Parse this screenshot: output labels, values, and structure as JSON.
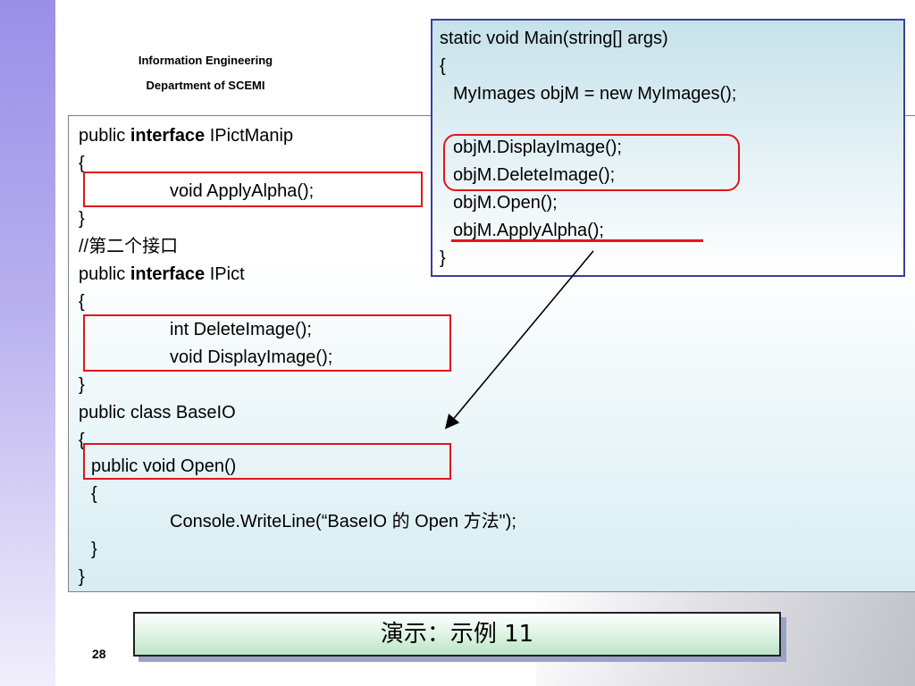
{
  "header": {
    "org_line1": "Information Engineering",
    "org_line2": "Department of SCEMI"
  },
  "interface_code": {
    "l1_pre": "public ",
    "l1_kw": "interface",
    "l1_post": " IPictManip",
    "l2": "{",
    "l3": "void ApplyAlpha();",
    "l4": "}",
    "l5": "//第二个接口",
    "l6_pre": "public ",
    "l6_kw": "interface",
    "l6_post": " IPict",
    "l7": "{",
    "l8": "int DeleteImage();",
    "l9": "void DisplayImage();",
    "l10": "}",
    "l11": "public class BaseIO",
    "l12": "{",
    "l13": "public void Open()",
    "l14": "{",
    "l15": "Console.WriteLine(“BaseIO 的 Open 方法\");",
    "l16": "}",
    "l17": "}"
  },
  "main_code": {
    "l1": "static void Main(string[] args)",
    "l2": "{",
    "l3": "MyImages objM = new MyImages();",
    "l4": "objM.DisplayImage();",
    "l5": "objM.DeleteImage();",
    "l6": "objM.Open();",
    "l7": "objM.ApplyAlpha();",
    "l8": "}"
  },
  "banner": {
    "text": "演示：示例  11"
  },
  "footer": {
    "page_number": "28"
  },
  "colors": {
    "highlight": "#e0161c",
    "main_border": "#3b3f99",
    "sidebar": "#9a8fe8"
  }
}
